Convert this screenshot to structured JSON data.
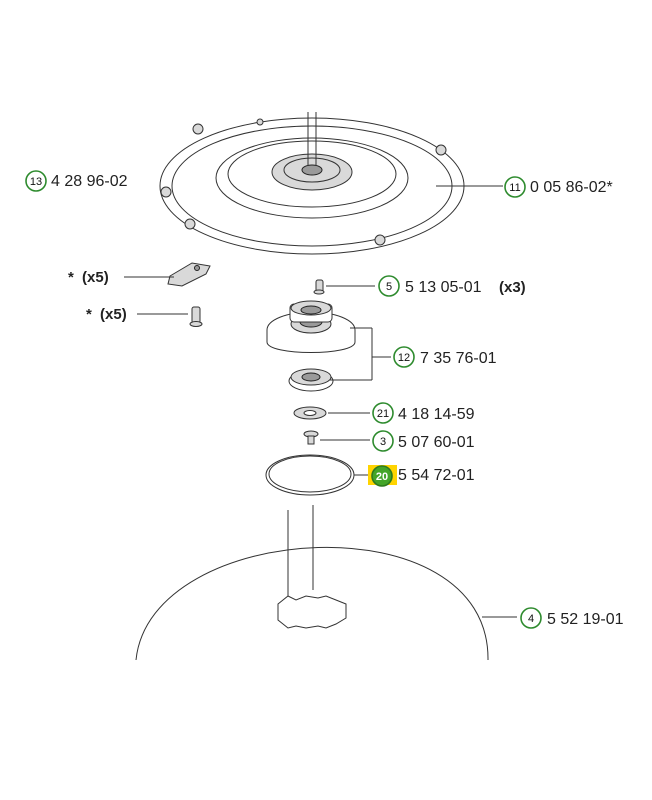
{
  "callouts": [
    {
      "badge": "13",
      "part_no": "4 28 96-02",
      "prefix": "",
      "qty": ""
    },
    {
      "badge": "11",
      "part_no": "0 05 86-02*",
      "prefix": "",
      "qty": ""
    },
    {
      "badge": "5",
      "part_no": "5 13 05-01",
      "prefix": "",
      "qty": "(x3)"
    },
    {
      "badge": "12",
      "part_no": "7 35 76-01",
      "prefix": "",
      "qty": ""
    },
    {
      "badge": "21",
      "part_no": "4 18 14-59",
      "prefix": "",
      "qty": ""
    },
    {
      "badge": "3",
      "part_no": "5 07 60-01",
      "prefix": "",
      "qty": ""
    },
    {
      "badge": "20",
      "part_no": "5 54 72-01",
      "prefix": "",
      "qty": ""
    },
    {
      "badge": "4",
      "part_no": "5 52 19-01",
      "prefix": "",
      "qty": ""
    }
  ],
  "loose_labels": [
    {
      "star": "*",
      "qty": "(x5)"
    },
    {
      "star": "*",
      "qty": "(x5)"
    }
  ],
  "active_badge": "20",
  "colors": {
    "badge_ring": "#2e8b2e",
    "badge_active_fill": "#43a528",
    "highlight": "#ffd400"
  }
}
